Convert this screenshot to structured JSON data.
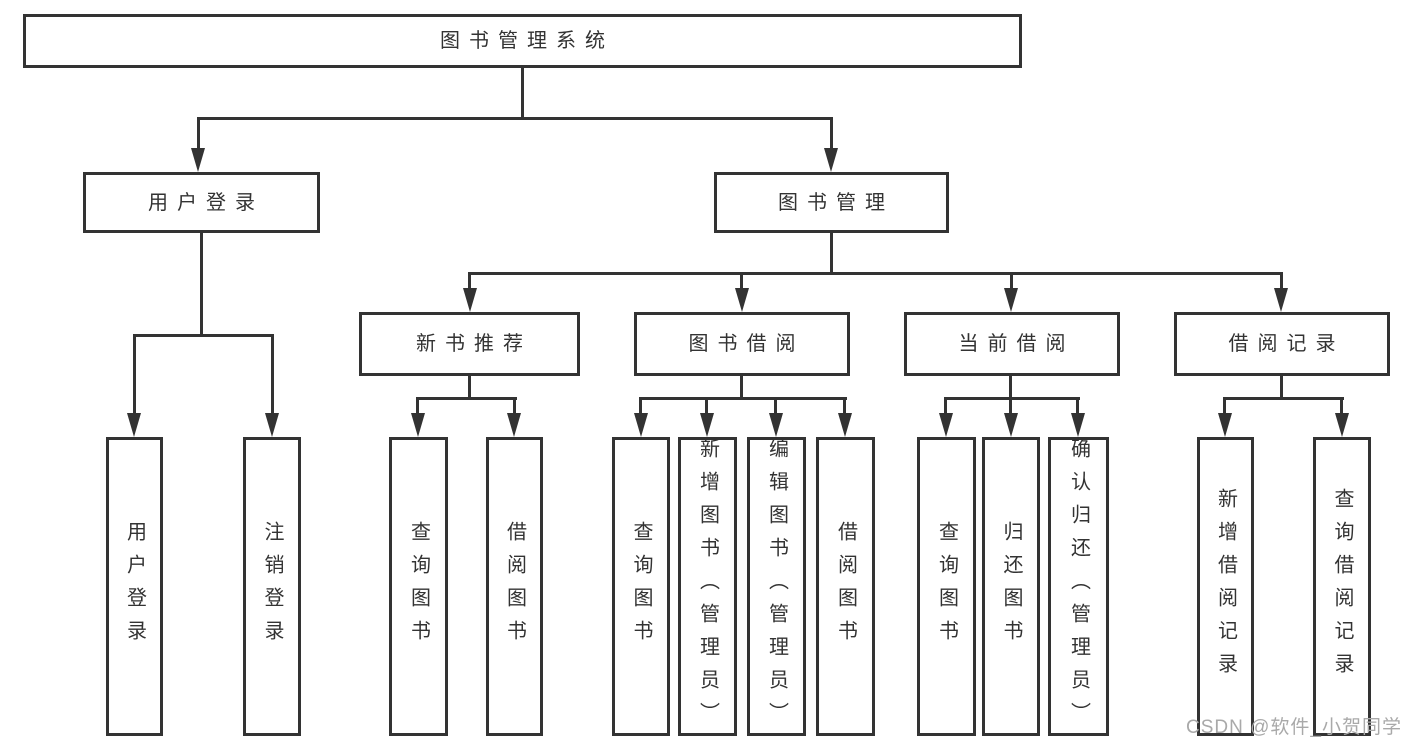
{
  "diagram_title": "图书管理系统",
  "tree": {
    "label": "图书管理系统",
    "children": [
      {
        "label": "用户登录",
        "children": [
          {
            "label": "用户登录"
          },
          {
            "label": "注销登录"
          }
        ]
      },
      {
        "label": "图书管理",
        "children": [
          {
            "label": "新书推荐",
            "children": [
              {
                "label": "查询图书"
              },
              {
                "label": "借阅图书"
              }
            ]
          },
          {
            "label": "图书借阅",
            "children": [
              {
                "label": "查询图书"
              },
              {
                "label": "新增图书（管理员）"
              },
              {
                "label": "编辑图书（管理员）"
              },
              {
                "label": "借阅图书"
              }
            ]
          },
          {
            "label": "当前借阅",
            "children": [
              {
                "label": "查询图书"
              },
              {
                "label": "归还图书"
              },
              {
                "label": "确认归还（管理员）"
              }
            ]
          },
          {
            "label": "借阅记录",
            "children": [
              {
                "label": "新增借阅记录"
              },
              {
                "label": "查询借阅记录"
              }
            ]
          }
        ]
      }
    ]
  },
  "watermark": {
    "text": "CSDN @软件_小贺同学"
  },
  "colors": {
    "line": "#333333",
    "box_background": "#ffffff",
    "text": "#333333",
    "watermark": "#a9a9a9"
  }
}
